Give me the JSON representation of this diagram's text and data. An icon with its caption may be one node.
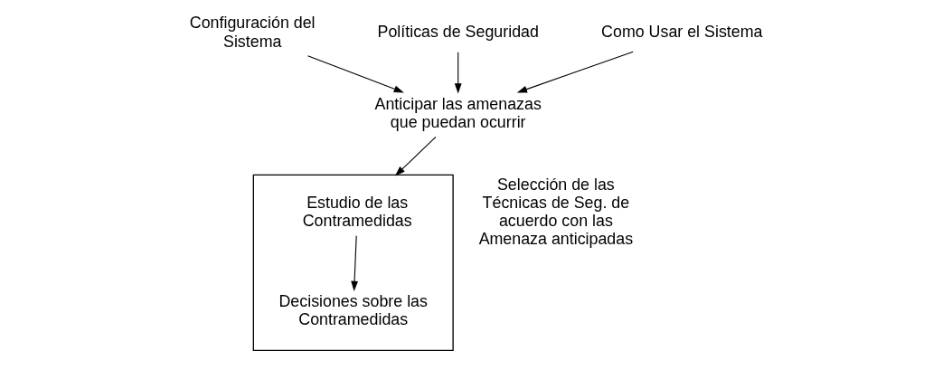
{
  "diagram": {
    "nodes": [
      {
        "text": [
          "Configuración del Sistema"
        ]
      },
      {
        "text": [
          "Políticas de Seguridad"
        ]
      },
      {
        "text": [
          "Como Usar el Sistema"
        ]
      },
      {
        "text": [
          "Anticipar las amenazas que puedan ocurrir"
        ]
      },
      {
        "text": [],
        "shape": "box",
        "beside": [
          "Selección de las Técnicas de Seg. de acuerdo con las Amenaza anticipadas"
        ]
      },
      {
        "text": [
          "Estudio de las Contramedidas"
        ],
        "in": 4
      },
      {
        "text": [
          "Decisiones sobre las Contramedidas"
        ],
        "in": 4
      }
    ],
    "edges": [
      {
        "from": 0,
        "to": 3,
        "arrow": "to"
      },
      {
        "from": 1,
        "to": 3,
        "arrow": "to"
      },
      {
        "from": 2,
        "to": 3,
        "arrow": "to"
      },
      {
        "from": 3,
        "to": 4,
        "arrow": "to"
      },
      {
        "from": 5,
        "to": 6,
        "arrow": "to"
      }
    ]
  }
}
